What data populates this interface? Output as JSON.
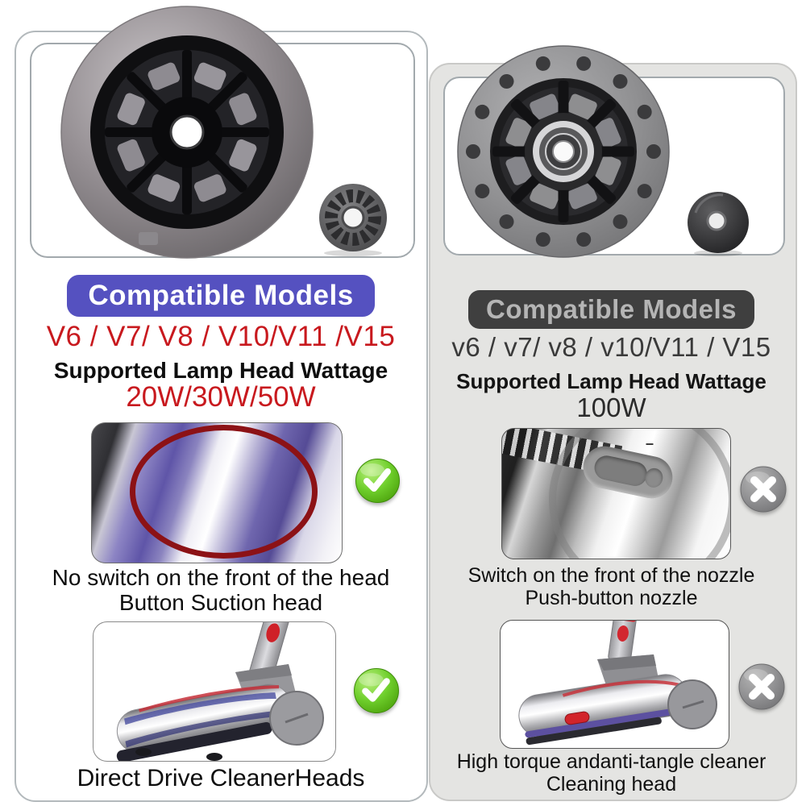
{
  "left_panel": {
    "badge_label": "Compatible Models",
    "models_line": "V6 / V7/ V8 / V10/V11 /V15",
    "wattage_label": "Supported Lamp Head Wattage",
    "wattage_value": "20W/30W/50W",
    "feature1": {
      "line1": "No switch on the front of the head",
      "line2": "Button Suction head",
      "status": "check"
    },
    "feature2": {
      "caption": "Direct Drive CleanerHeads",
      "status": "check"
    }
  },
  "right_panel": {
    "badge_label": "Compatible Models",
    "models_line": "v6 / v7/ v8 / v10/V11 / V15",
    "wattage_label": "Supported Lamp Head Wattage",
    "wattage_value": "100W",
    "feature1": {
      "line1": "Switch on the front of the nozzle",
      "line2": "Push-button nozzle",
      "status": "cross",
      "photo_marks": {
        "plus": "+",
        "triangle": "▼",
        "minus": "–"
      }
    },
    "feature2": {
      "line1": "High torque andanti-tangle cleaner",
      "line2": "Cleaning head",
      "status": "cross"
    }
  },
  "colors": {
    "accent_red": "#c8191e",
    "badge_blue": "#5551c0",
    "badge_dark_bg": "#3f3f3f",
    "badge_dark_text": "#b5b5b5",
    "panel_gray_bg": "#e4e4e2",
    "check_green": "#56b413",
    "cross_gray": "#8d8d8d",
    "ring_red": "#8c1216"
  }
}
